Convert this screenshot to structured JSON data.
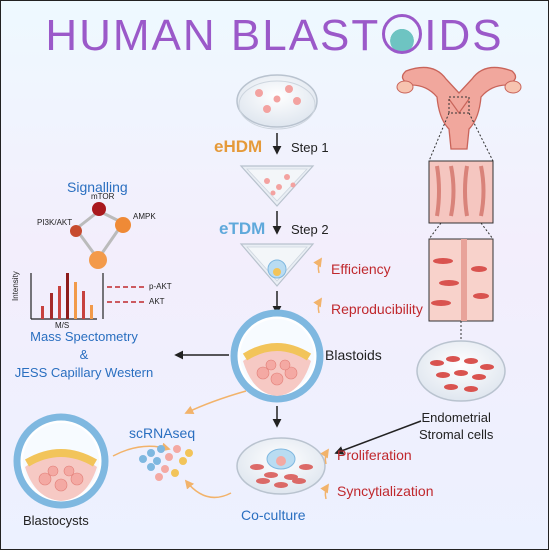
{
  "title": {
    "left": "HUMAN BLAST",
    "right": "IDS"
  },
  "steps": {
    "ehdm": "eHDM",
    "step1": "Step 1",
    "etdm": "eTDM",
    "step2": "Step 2"
  },
  "outcomes": {
    "efficiency": "Efficiency",
    "reproducibility": "Reproducibility",
    "proliferation": "Proliferation",
    "syncytialization": "Syncytialization"
  },
  "signalling": {
    "title": "Signalling",
    "mtor": "mTOR",
    "pi3k": "PI3K/AKT",
    "ampk": "AMPK",
    "intensity": "Intensity",
    "ms": "M/S",
    "pakt": "p-AKT",
    "akt": "AKT"
  },
  "analysis": {
    "mass_spec": "Mass Spectometry",
    "amp": "&",
    "jess": "JESS Capillary Western"
  },
  "labels": {
    "blastoids": "Blastoids",
    "scrnaseq": "scRNAseq",
    "blastocysts": "Blastocysts",
    "coculture": "Co-culture",
    "endometrial": "Endometrial",
    "stromal": "Stromal cells"
  },
  "colors": {
    "title": "#9b59c9",
    "ehdm": "#e59a3a",
    "etdm": "#5fa9db",
    "outcome": "#c0282d",
    "analysis": "#2a6fc0",
    "trophectoderm": "#7fb8e0",
    "epiblast": "#f4a9a3",
    "hypoblast": "#f2c45a",
    "stromal": "#d9534f"
  }
}
